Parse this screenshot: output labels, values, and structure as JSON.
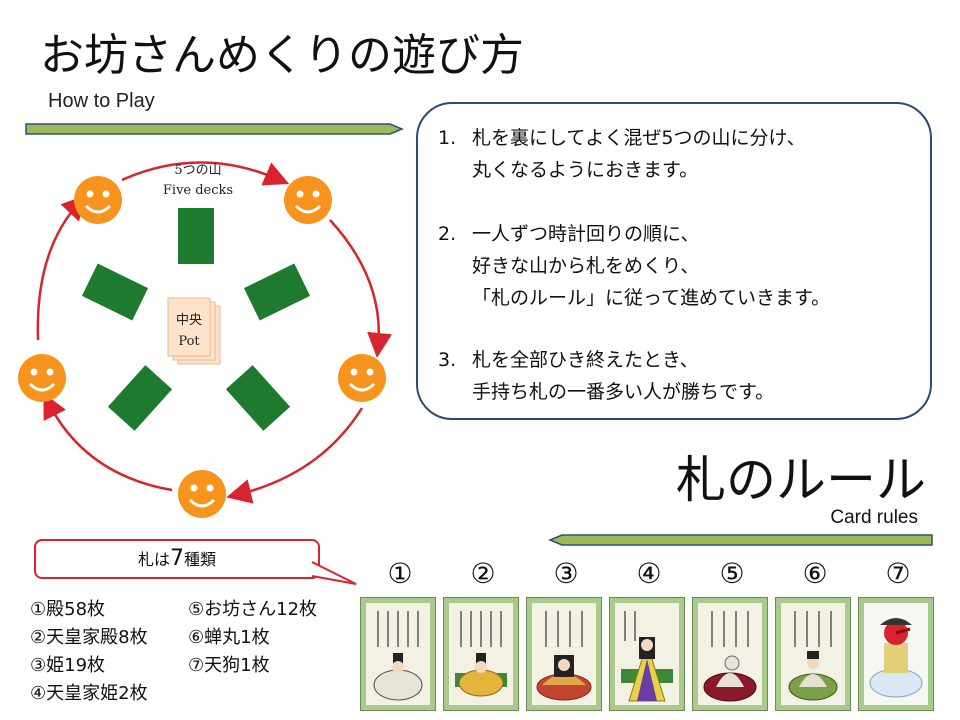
{
  "title": "お坊さんめくりの遊び方",
  "subtitle": "How to Play",
  "diagram": {
    "decks_label_jp": "5つの山",
    "decks_label_en": "Five decks",
    "pot_label_jp": "中央",
    "pot_label_en": "Pot",
    "colors": {
      "card_green": "#1e7a2e",
      "arrow_red": "#d9232e",
      "smiley_orange": "#f7941d",
      "pot_peach": "#fde3cc"
    }
  },
  "steps": [
    {
      "num": "1.",
      "line1": "札を裏にしてよく混ぜ5つの山に分け、",
      "line2": "丸くなるようにおきます。"
    },
    {
      "num": "2.",
      "line1": "一人ずつ時計回りの順に、",
      "line2": "好きな山から札をめくり、",
      "line3": "「札のルール」に従って進めていきます。"
    },
    {
      "num": "3.",
      "line1": "札を全部ひき終えたとき、",
      "line2": "手持ち札の一番多い人が勝ちです。"
    }
  ],
  "rules": {
    "heading": "札のルール",
    "sub": "Card rules",
    "kinds_prefix": "札は",
    "kinds_num": "7",
    "kinds_suffix": "種類",
    "counts": [
      "①殿58枚",
      "②天皇家殿8枚",
      "③姫19枚",
      "④天皇家姫2枚",
      "⑤お坊さん12枚",
      "⑥蝉丸1枚",
      "⑦天狗1枚"
    ],
    "card_numbers": [
      "①",
      "②",
      "③",
      "④",
      "⑤",
      "⑥",
      "⑦"
    ]
  }
}
